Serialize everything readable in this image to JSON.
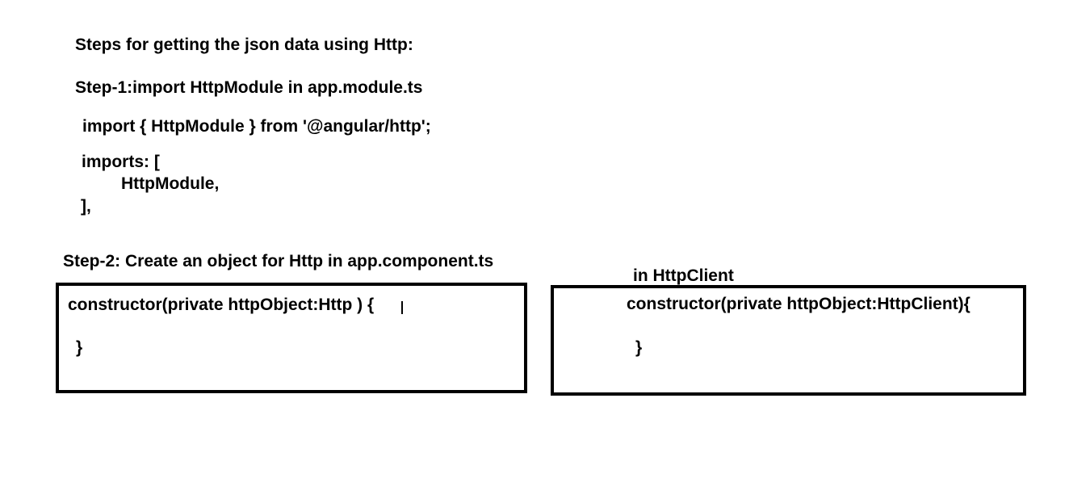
{
  "heading": "Steps for getting the json data using Http:",
  "step1": {
    "title": "Step-1:import HttpModule in app.module.ts",
    "import_line": "import { HttpModule } from '@angular/http';",
    "imports_open": "imports: [",
    "imports_item": "HttpModule,",
    "imports_close": "],"
  },
  "step2": {
    "title": "Step-2: Create an object for Http in app.component.ts",
    "http_box": {
      "constructor_line": "constructor(private httpObject:Http ) {",
      "closing_brace": "}"
    },
    "httpclient_label": "in HttpClient",
    "httpclient_box": {
      "constructor_line": "constructor(private httpObject:HttpClient){",
      "closing_brace": "}"
    }
  }
}
